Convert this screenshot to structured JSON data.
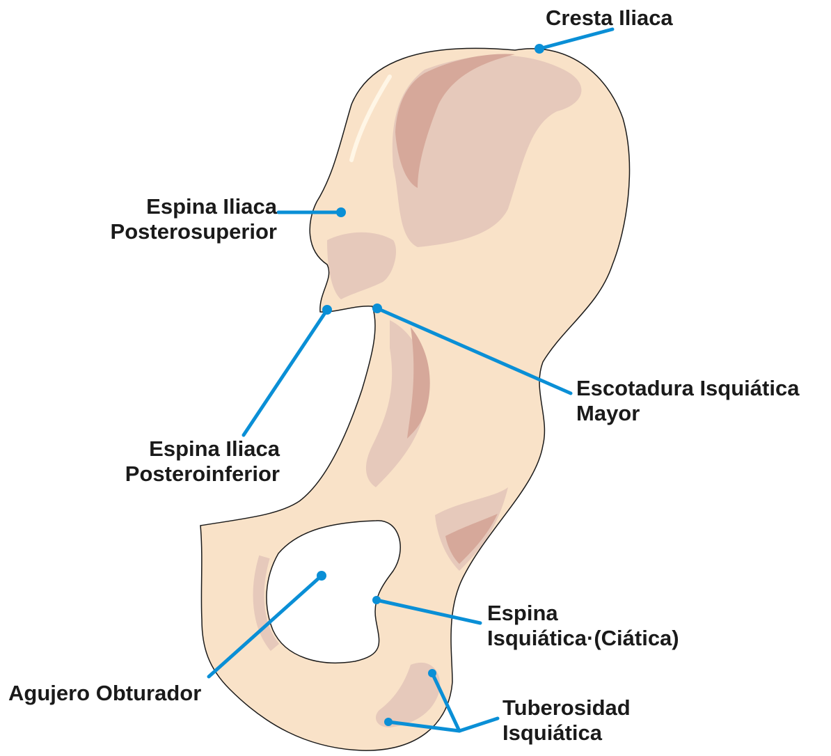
{
  "colors": {
    "bone": "#f9e2c8",
    "bone_outline": "#1a1a1a",
    "shade": "#e6c9bb",
    "shade_dark": "#d6a89a",
    "leader": "#0a8fd6",
    "text": "#1a1a1a"
  },
  "labels": {
    "cresta": "Cresta Iliaca",
    "eips_line1": "Espina Iliaca",
    "eips_line2": "Posterosuperior",
    "escotadura_line1": "Escotadura Isquiática",
    "escotadura_line2": "Mayor",
    "eipi_line1": "Espina Iliaca",
    "eipi_line2": "Posteroinferior",
    "espina_isq_line1": "Espina",
    "espina_isq_line2": "Isquiática·(Ciática)",
    "agujero": "Agujero Obturador",
    "tuberosidad_line1": "Tuberosidad",
    "tuberosidad_line2": "Isquiática"
  }
}
